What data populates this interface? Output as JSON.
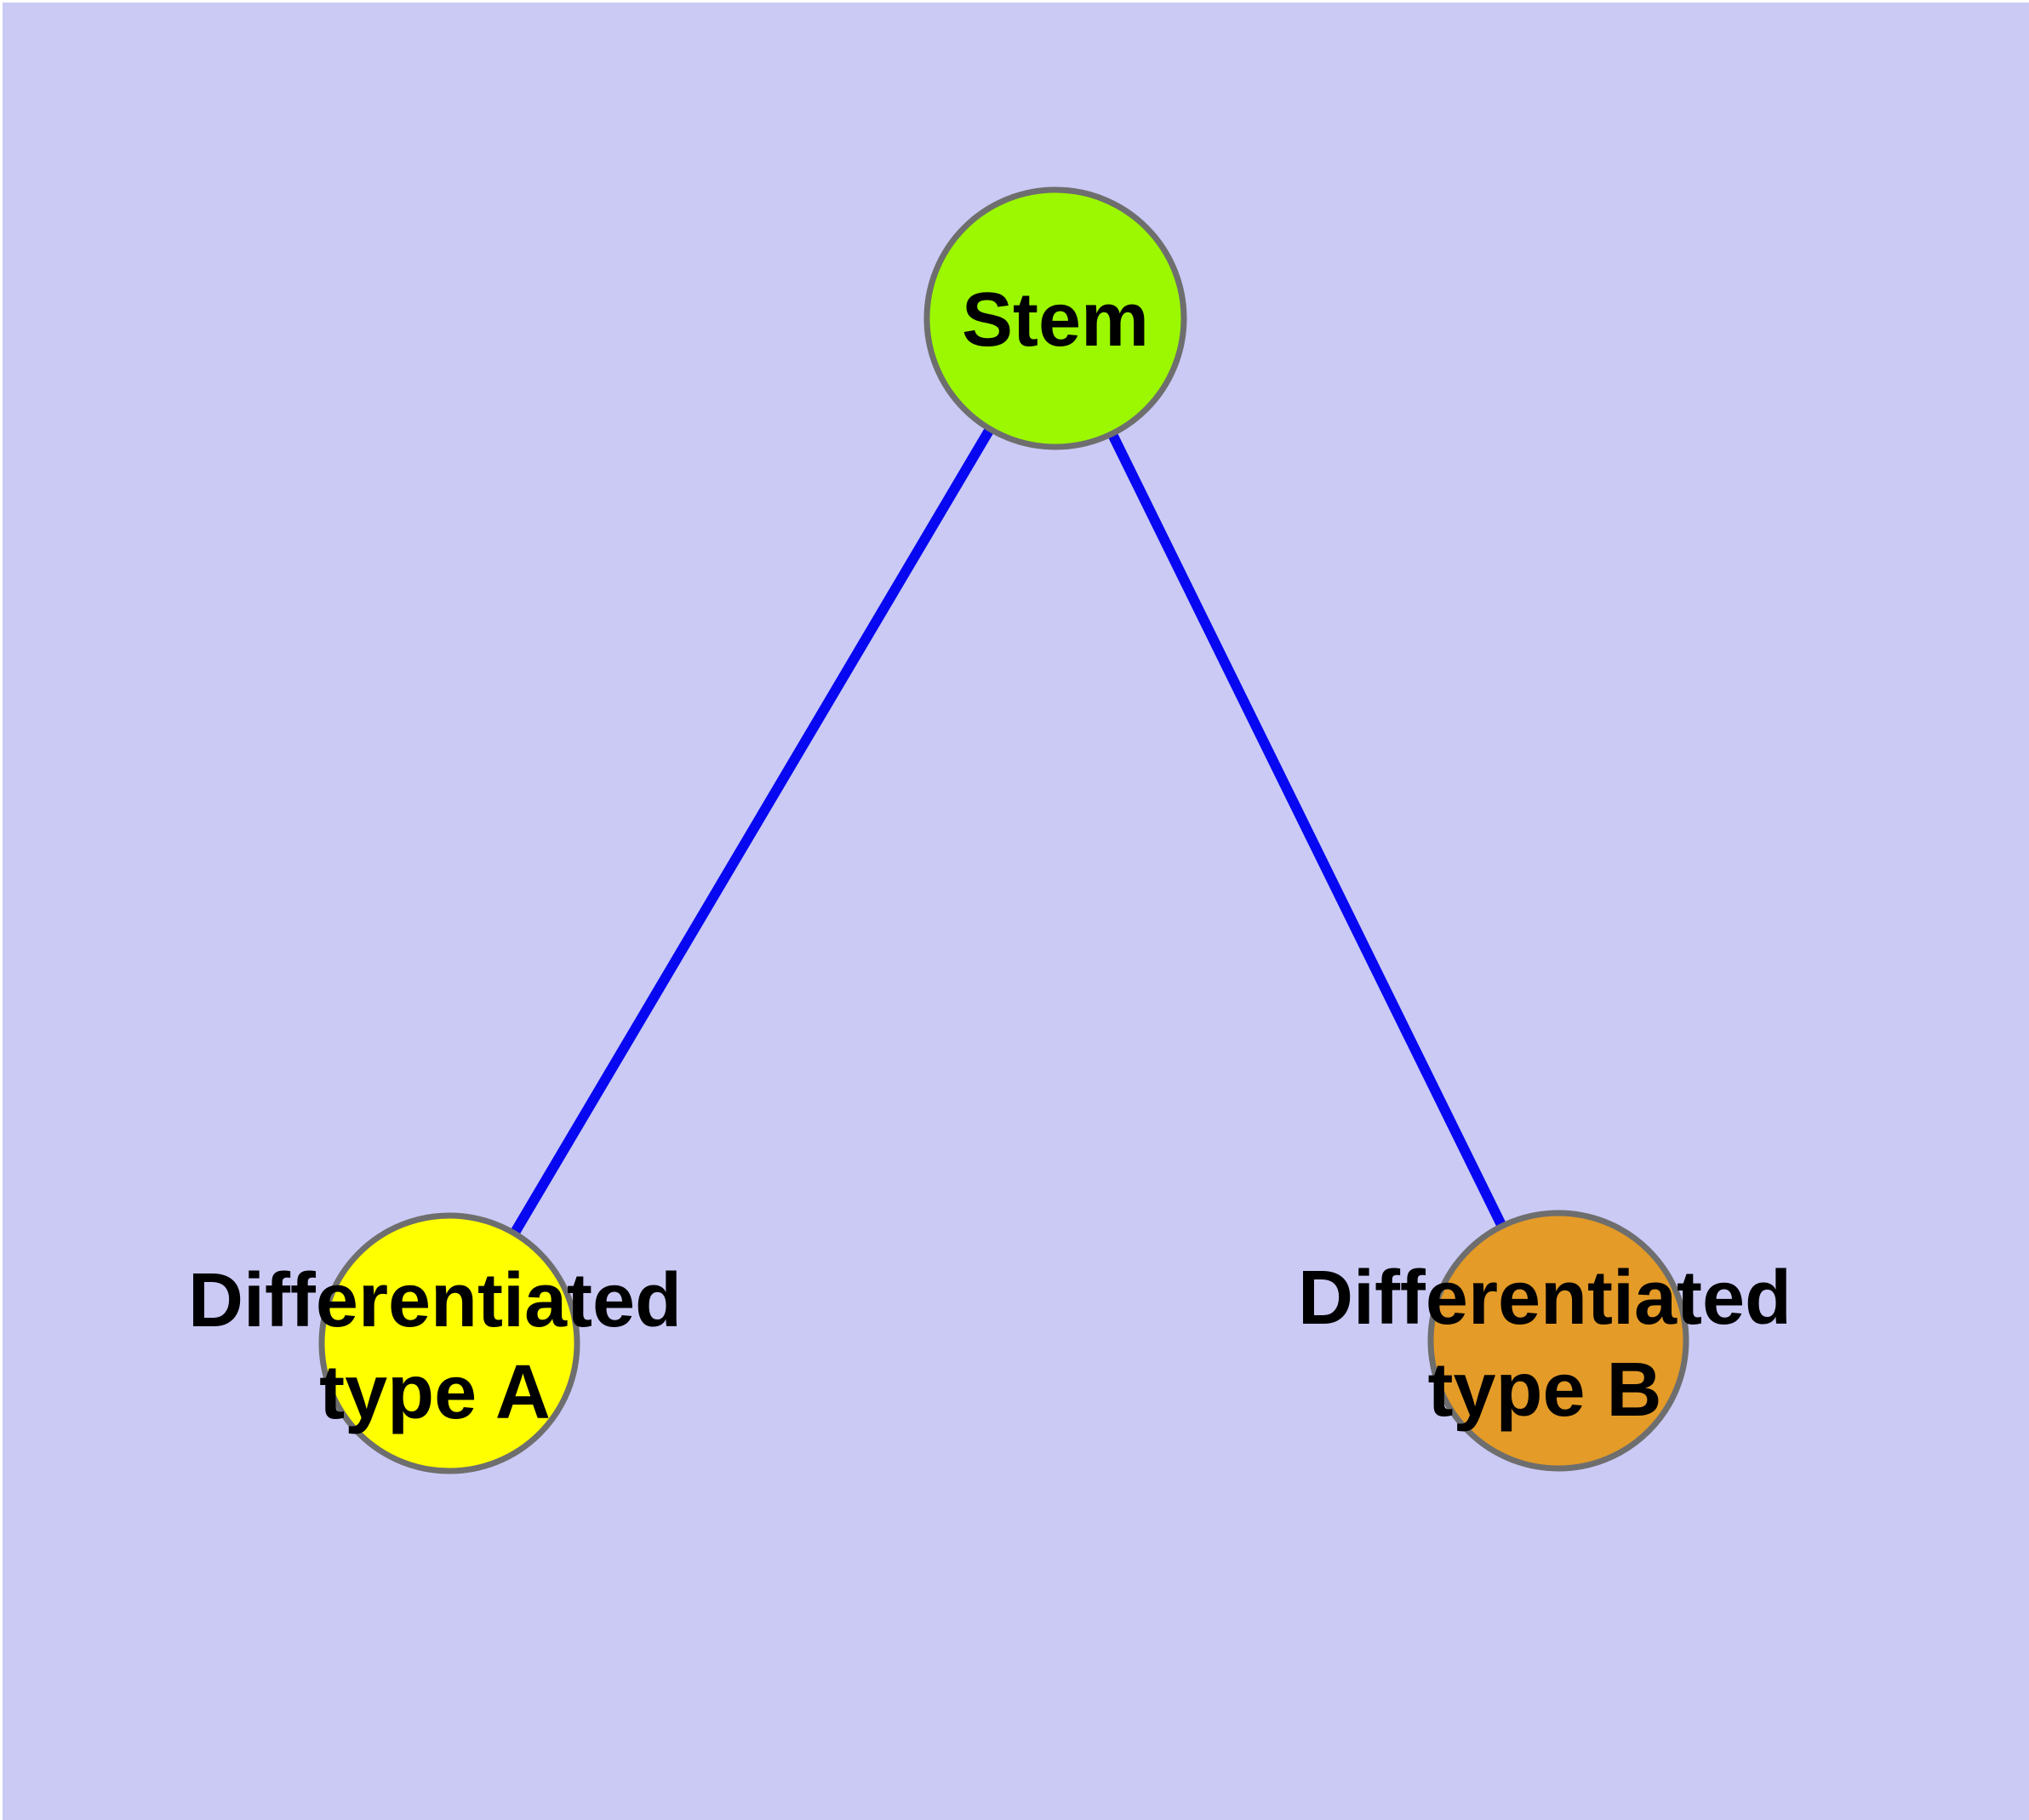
{
  "canvas": {
    "background_color": "#cacaf5",
    "margin_color": "#ffffff",
    "edge_color": "#0707f2",
    "node_border_color": "#6e6e6e",
    "label_color": "#000000"
  },
  "diagram": {
    "type": "graph",
    "nodes": [
      {
        "id": "stem",
        "label": "Stem",
        "fill": "#9bf800"
      },
      {
        "id": "differentiated-type-a",
        "label_lines": [
          "Differentiated",
          "type A"
        ],
        "fill": "#ffff00"
      },
      {
        "id": "differentiated-type-b",
        "label_lines": [
          "Differentiated",
          "type B"
        ],
        "fill": "#e49b27"
      }
    ],
    "edges": [
      {
        "from": "Stem",
        "to": "Differentiated type A"
      },
      {
        "from": "Stem",
        "to": "Differentiated type B"
      }
    ]
  }
}
